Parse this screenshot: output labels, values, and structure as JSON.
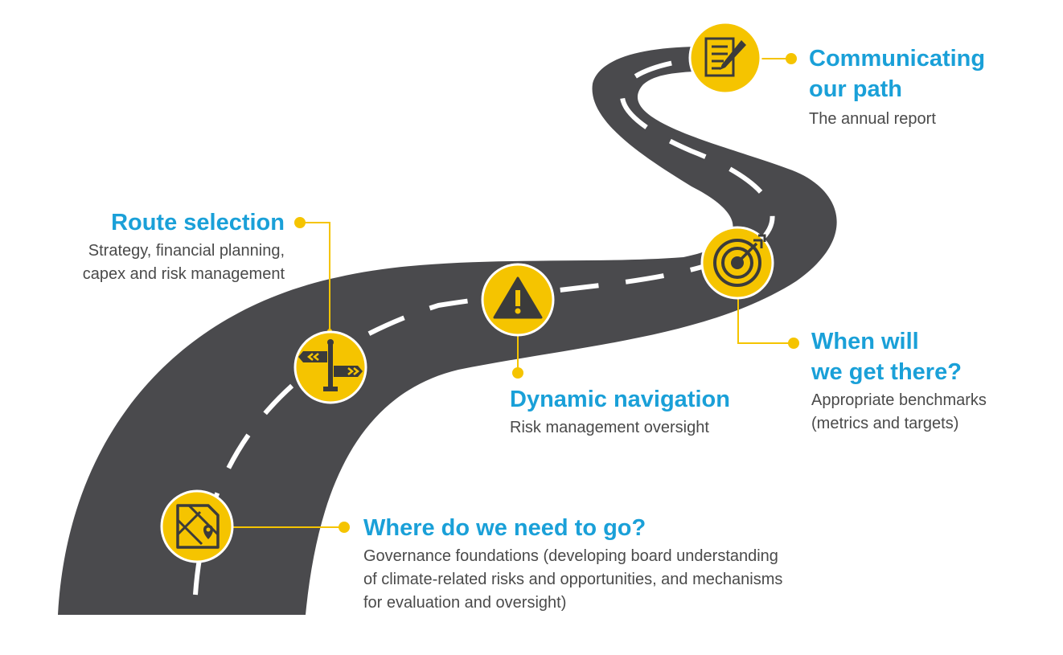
{
  "stages": [
    {
      "id": "communicating",
      "title": "Communicating\nour path",
      "description": "The annual report",
      "icon": "document-pen-icon"
    },
    {
      "id": "route",
      "title": "Route selection",
      "description": "Strategy, financial planning,\ncapex and risk management",
      "icon": "signpost-icon"
    },
    {
      "id": "dynamic",
      "title": "Dynamic navigation",
      "description": "Risk management oversight",
      "icon": "warning-icon"
    },
    {
      "id": "when",
      "title": "When will\nwe get there?",
      "description": "Appropriate benchmarks\n(metrics and targets)",
      "icon": "target-icon"
    },
    {
      "id": "where",
      "title": "Where do we need to go?",
      "description": "Governance foundations (developing board understanding\nof climate-related risks and opportunities, and mechanisms\nfor evaluation and oversight)",
      "icon": "map-icon"
    }
  ],
  "colors": {
    "road": "#4a4a4d",
    "road_marking": "#ffffff",
    "accent_yellow": "#f5c400",
    "title_blue": "#1aa0d8",
    "text_gray": "#4a4a4a"
  }
}
